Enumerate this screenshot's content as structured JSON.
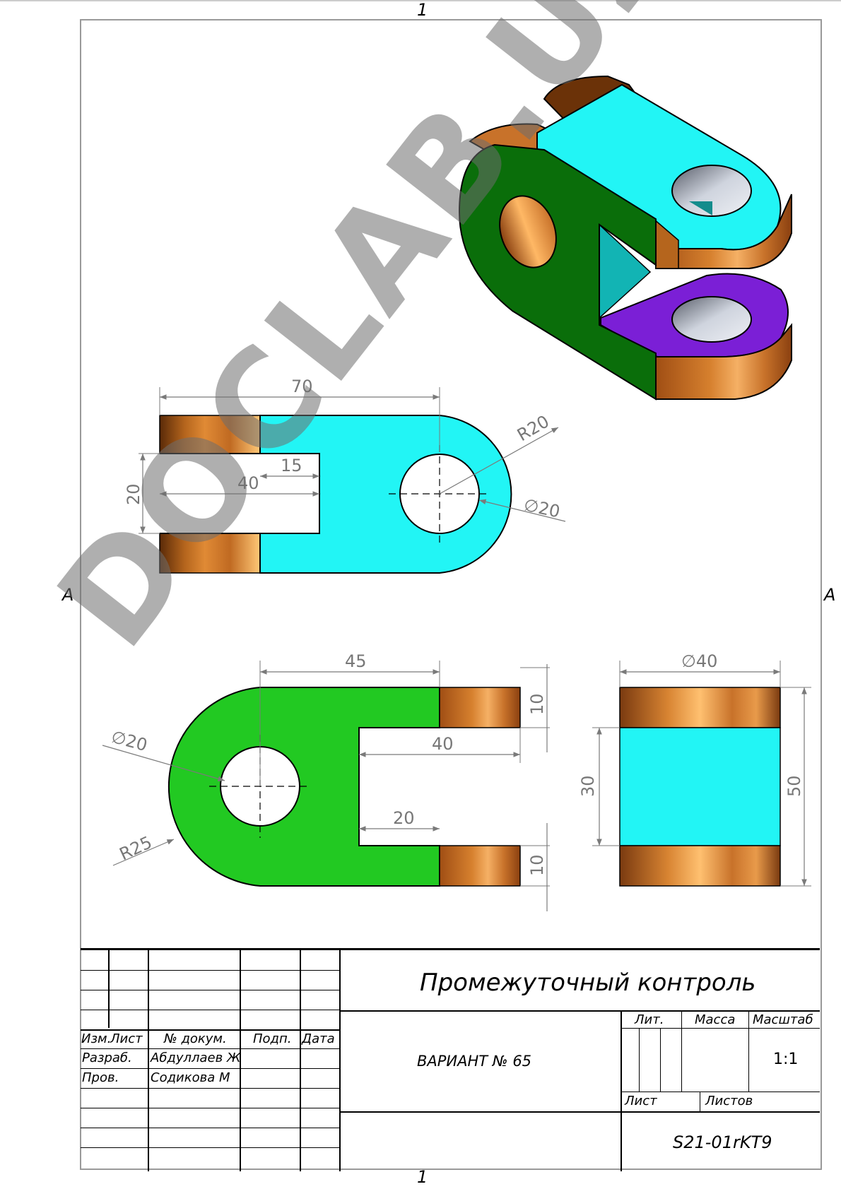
{
  "sheet": {
    "zone_top": "1",
    "zone_bottom": "1",
    "zone_left": "A",
    "zone_right": "A"
  },
  "watermark": "DOCLAB.UZ",
  "dimensions": {
    "top_view": {
      "overall_length": "70",
      "slot_width": "20",
      "slot_length": "40",
      "offset": "15",
      "radius": "R20",
      "hole": "∅20"
    },
    "front_view": {
      "length": "45",
      "hole": "∅20",
      "radius": "R25",
      "slot_length": "40",
      "slot_inner": "20",
      "flange_top": "10",
      "flange_bottom": "10"
    },
    "side_view": {
      "diameter": "∅40",
      "inner_height": "30",
      "total_height": "50"
    }
  },
  "title_block": {
    "title": "Промежуточный контроль",
    "variant": "ВАРИАНТ № 65",
    "code": "S21-01rKT9",
    "headers": {
      "izm": "Изм.",
      "list": "Лист",
      "doc": "№ докум.",
      "sign": "Подп.",
      "date": "Дата",
      "lit": "Лит.",
      "mass": "Масса",
      "scale": "Масштаб",
      "sheet": "Лист",
      "sheets": "Листов"
    },
    "roles": {
      "developer_label": "Разраб.",
      "developer_name": "Абдуллаев Ж",
      "checker_label": "Пров.",
      "checker_name": "Содикова М"
    },
    "scale_value": "1:1"
  },
  "colors": {
    "cyan": "#22f5f5",
    "green_front": "#22c922",
    "green_iso": "#0a6e0a",
    "purple": "#7b1fd6",
    "copper": "#c8722a",
    "dim_line": "#7a7a7a"
  }
}
